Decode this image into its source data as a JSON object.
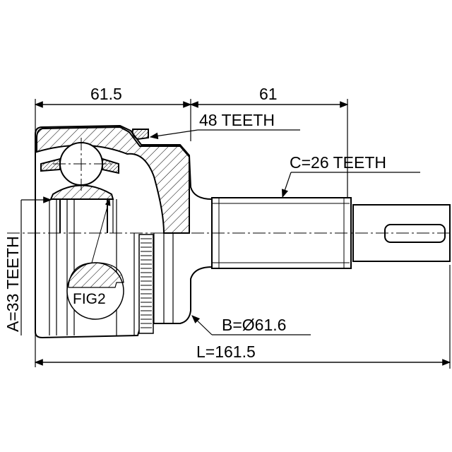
{
  "dimensions": {
    "housing_length": "61.5",
    "shaft_length": "61",
    "total_length": "L=161.5"
  },
  "callouts": {
    "outer_teeth": "48 TEETH",
    "shaft_teeth": "C=26 TEETH",
    "inner_teeth": "A=33 TEETH",
    "seal_diameter": "B=Ø61.6",
    "detail": "FIG2"
  },
  "colors": {
    "line": "#000000",
    "background": "#ffffff"
  }
}
